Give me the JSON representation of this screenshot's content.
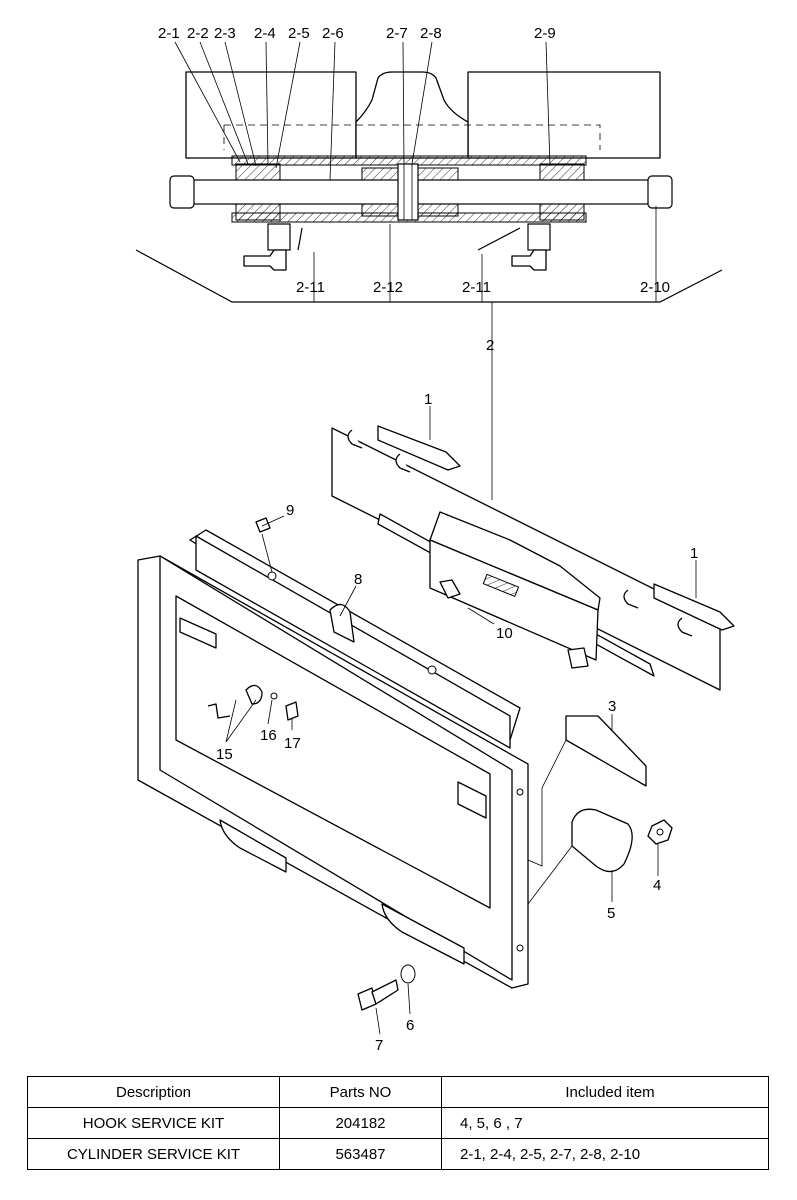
{
  "callouts_top": [
    "2-1",
    "2-2",
    "2-3",
    "2-4",
    "2-5",
    "2-6",
    "2-7",
    "2-8",
    "2-9"
  ],
  "callouts_bottom": [
    "2-11",
    "2-12",
    "2-11",
    "2-10"
  ],
  "callouts_parts": {
    "p2": "2",
    "p1a": "1",
    "p1b": "1",
    "p9": "9",
    "p8": "8",
    "p10": "10",
    "p3": "3",
    "p15": "15",
    "p16": "16",
    "p17": "17",
    "p4": "4",
    "p5": "5",
    "p6": "6",
    "p7": "7"
  },
  "table": {
    "headers": [
      "Description",
      "Parts NO",
      "Included item"
    ],
    "rows": [
      [
        "HOOK SERVICE KIT",
        "204182",
        "4, 5, 6 , 7"
      ],
      [
        "CYLINDER SERVICE KIT",
        "563487",
        "2-1, 2-4, 2-5, 2-7, 2-8, 2-10"
      ]
    ]
  }
}
